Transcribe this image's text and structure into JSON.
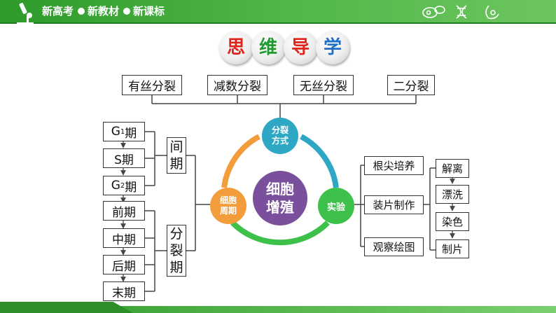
{
  "header": {
    "items": [
      "新高考",
      "新教材",
      "新课标"
    ],
    "icons": [
      "microscope-icon",
      "cells-icon",
      "dna-icon",
      "organ-icon"
    ]
  },
  "title": {
    "chars": [
      "思",
      "维",
      "导",
      "学"
    ],
    "colors": [
      "#e0241b",
      "#1f9b2f",
      "#e0241b",
      "#1f6fc7"
    ]
  },
  "center": {
    "line1": "细胞",
    "line2": "增殖",
    "color": "#7a4f9c"
  },
  "nodes": {
    "top": {
      "line1": "分裂",
      "line2": "方式",
      "color": "#2ea7c4"
    },
    "left": {
      "line1": "细胞",
      "line2": "周期",
      "color": "#f39c3c"
    },
    "right": {
      "line1": "实验",
      "color": "#3ec14a"
    }
  },
  "division_types": [
    "有丝分裂",
    "减数分裂",
    "无丝分裂",
    "二分裂"
  ],
  "interphase": {
    "label_chars": [
      "间",
      "期"
    ],
    "phases": [
      {
        "main": "G",
        "sub": "1",
        "tail": "期"
      },
      {
        "main": "S期",
        "sub": "",
        "tail": ""
      },
      {
        "main": "G",
        "sub": "2",
        "tail": "期"
      }
    ]
  },
  "division_phase": {
    "label_chars": [
      "分",
      "裂",
      "期"
    ],
    "phases": [
      "前期",
      "中期",
      "后期",
      "末期"
    ]
  },
  "experiment": {
    "steps": [
      "根尖培养",
      "装片制作",
      "观察绘图"
    ],
    "slide_steps": [
      "解离",
      "漂洗",
      "染色",
      "制片"
    ]
  }
}
